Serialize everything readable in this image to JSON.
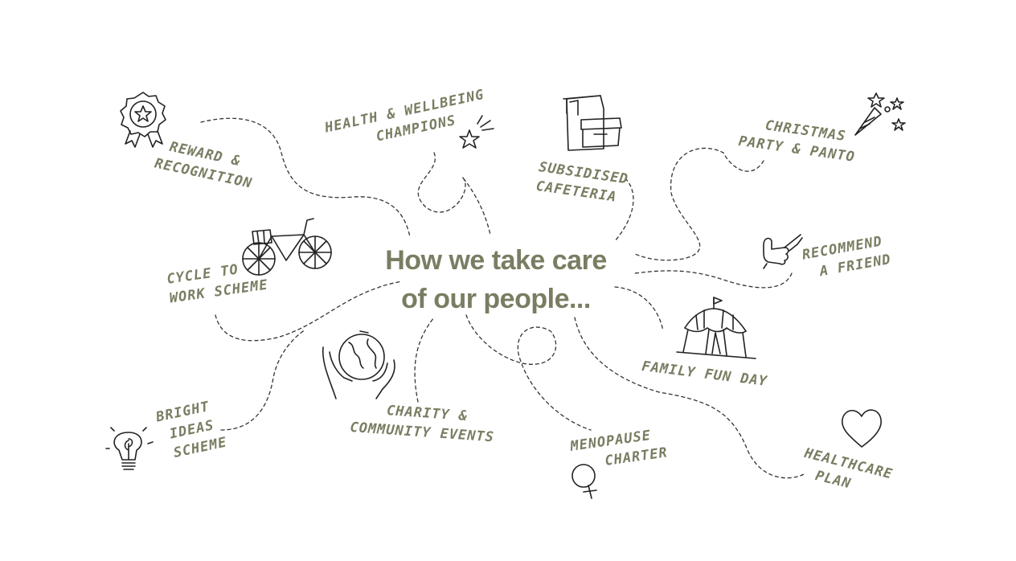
{
  "title": {
    "line1": "How we take care",
    "line2": "of our people..."
  },
  "benefits": {
    "reward": {
      "line1": "Reward &",
      "line2": "Recognition",
      "icon": "rosette-award-icon"
    },
    "health": {
      "line1": "Health & Wellbeing",
      "line2": "Champions",
      "icon": "star-icon"
    },
    "cafeteria": {
      "line1": "Subsidised",
      "line2": "Cafeteria",
      "icon": "lunchbox-icon"
    },
    "christmas": {
      "line1": "Christmas",
      "line2": "Party & Panto",
      "icon": "party-popper-icon"
    },
    "cycle": {
      "line1": "Cycle to",
      "line2": "Work Scheme",
      "icon": "bicycle-icon"
    },
    "recommend": {
      "line1": "Recommend",
      "line2": "a Friend",
      "icon": "thumbs-up-icon"
    },
    "family": {
      "line1": "Family Fun Day",
      "icon": "circus-tent-icon"
    },
    "bright": {
      "line1": "Bright",
      "line2": "Ideas",
      "line3": "Scheme",
      "icon": "lightbulb-icon"
    },
    "charity": {
      "line1": "Charity &",
      "line2": "Community Events",
      "icon": "hands-globe-icon"
    },
    "menopause": {
      "line1": "Menopause",
      "line2": "Charter",
      "icon": "female-symbol-icon"
    },
    "healthcare": {
      "line1": "Healthcare",
      "line2": "Plan",
      "icon": "heart-icon"
    }
  },
  "colors": {
    "label": "#7a7d62",
    "ink": "#222222"
  }
}
